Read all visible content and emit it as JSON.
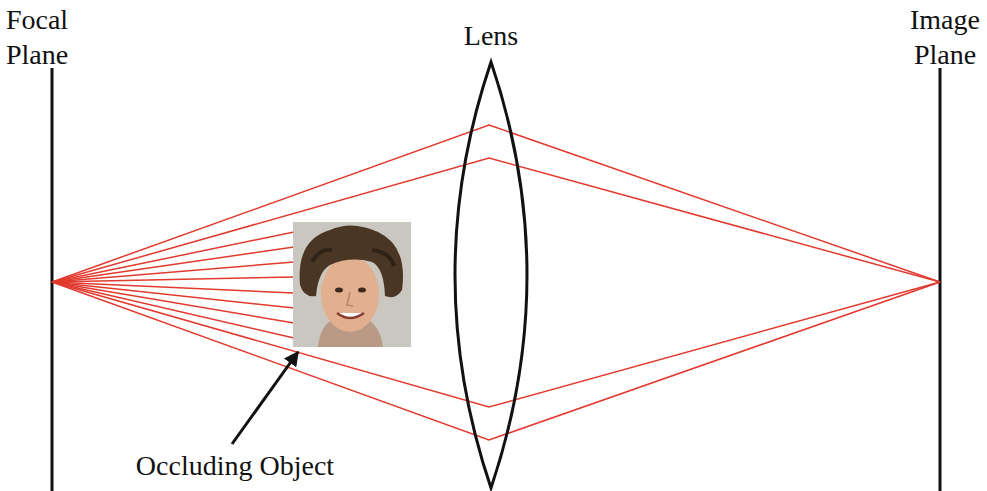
{
  "diagram": {
    "labels": [
      "Focal Plane",
      "Lens",
      "Image Plane",
      "Occluding Object"
    ]
  }
}
